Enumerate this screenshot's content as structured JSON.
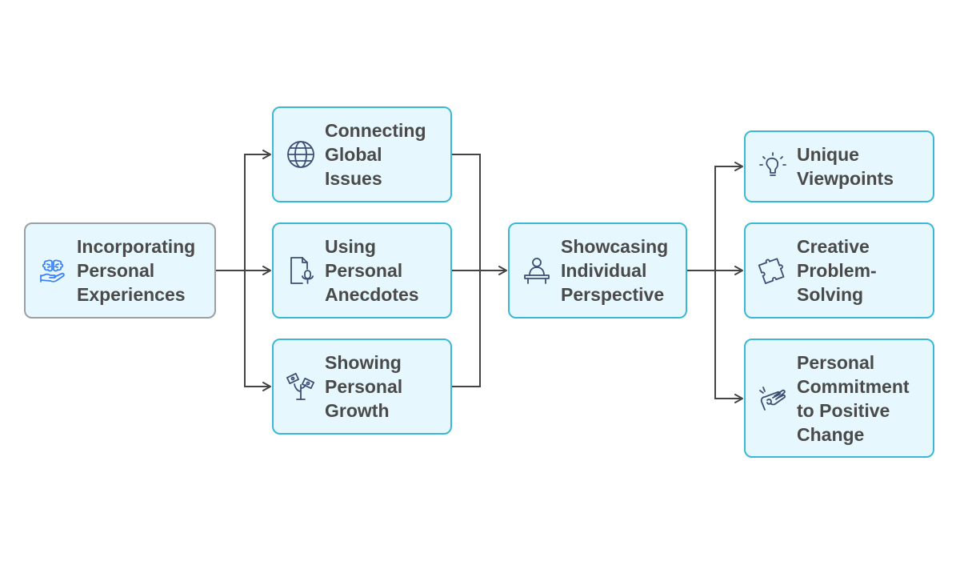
{
  "colors": {
    "node_border": "#3bb7d8",
    "root_border": "#9aa0a6",
    "node_fill": "#e6f7fd",
    "connector": "#444444",
    "text": "#4a4a4a",
    "icon_dark": "#3d4f73",
    "icon_accent": "#3b82f6"
  },
  "nodes": {
    "root": {
      "label": "Incorporating\nPersonal\nExperiences",
      "icon": "brain-hand-icon"
    },
    "global": {
      "label": "Connecting\nGlobal\nIssues",
      "icon": "globe-icon"
    },
    "anecdotes": {
      "label": "Using\nPersonal\nAnecdotes",
      "icon": "document-microphone-icon"
    },
    "growth": {
      "label": "Showing\nPersonal\nGrowth",
      "icon": "money-plant-icon"
    },
    "perspective": {
      "label": "Showcasing\nIndividual\nPerspective",
      "icon": "speaker-podium-icon"
    },
    "unique": {
      "label": "Unique\nViewpoints",
      "icon": "lightbulb-icon"
    },
    "creative": {
      "label": "Creative\nProblem-\nSolving",
      "icon": "puzzle-piece-icon"
    },
    "commitment": {
      "label": "Personal\nCommitment\nto Positive\nChange",
      "icon": "raised-hand-icon"
    }
  }
}
